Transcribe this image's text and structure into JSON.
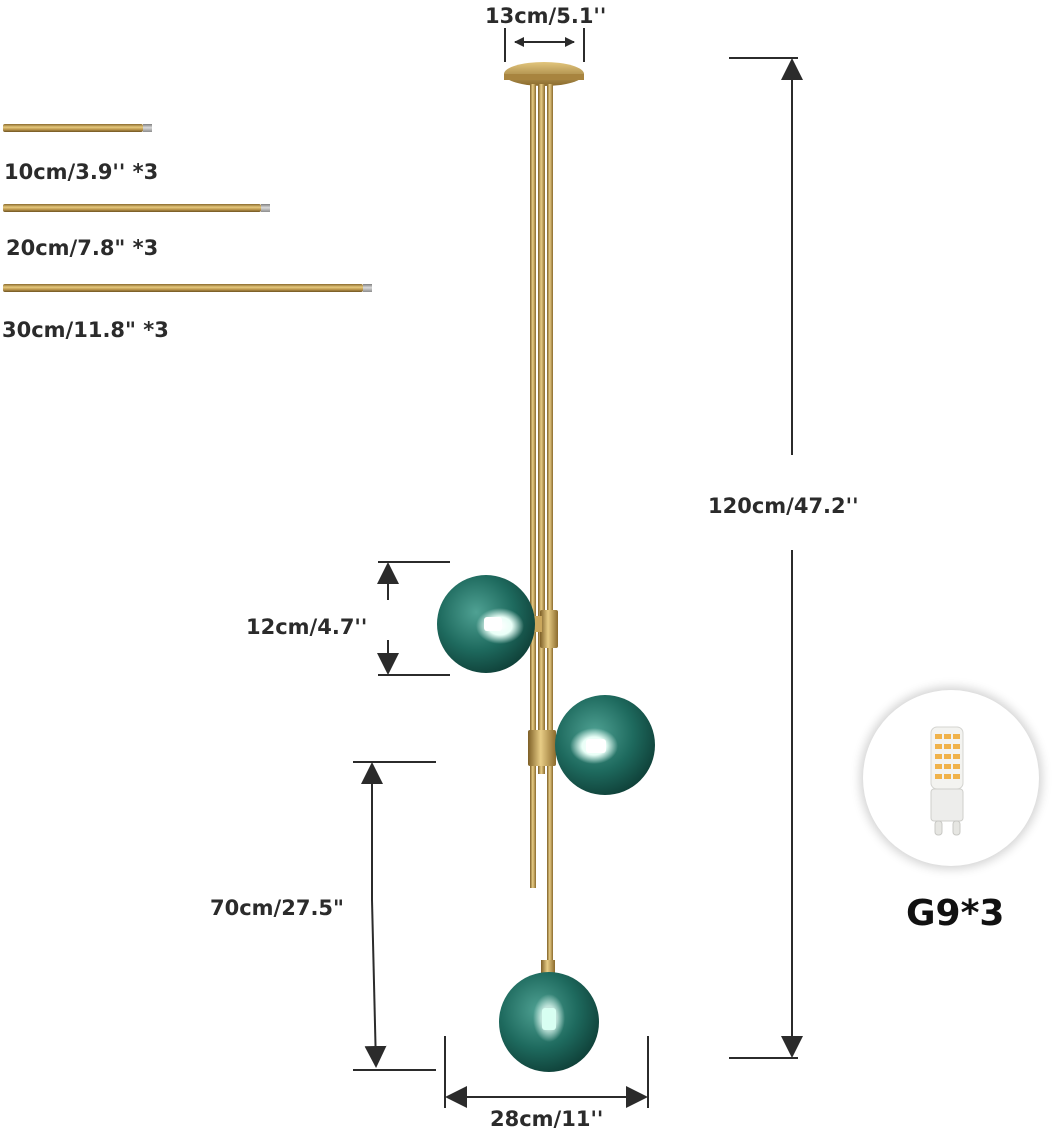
{
  "rods": [
    {
      "label": "10cm/3.9'' *3"
    },
    {
      "label": "20cm/7.8\" *3"
    },
    {
      "label": "30cm/11.8\" *3"
    }
  ],
  "dimensions": {
    "canopy": "13cm/5.1''",
    "total_height": "120cm/47.2''",
    "globe": "12cm/4.7''",
    "lower_drop": "70cm/27.5\"",
    "width": "28cm/11''"
  },
  "bulb": {
    "label": "G9*3"
  },
  "colors": {
    "brass": "#c9a85c",
    "glass": "#1f6b60",
    "line": "#2b2b2b"
  }
}
